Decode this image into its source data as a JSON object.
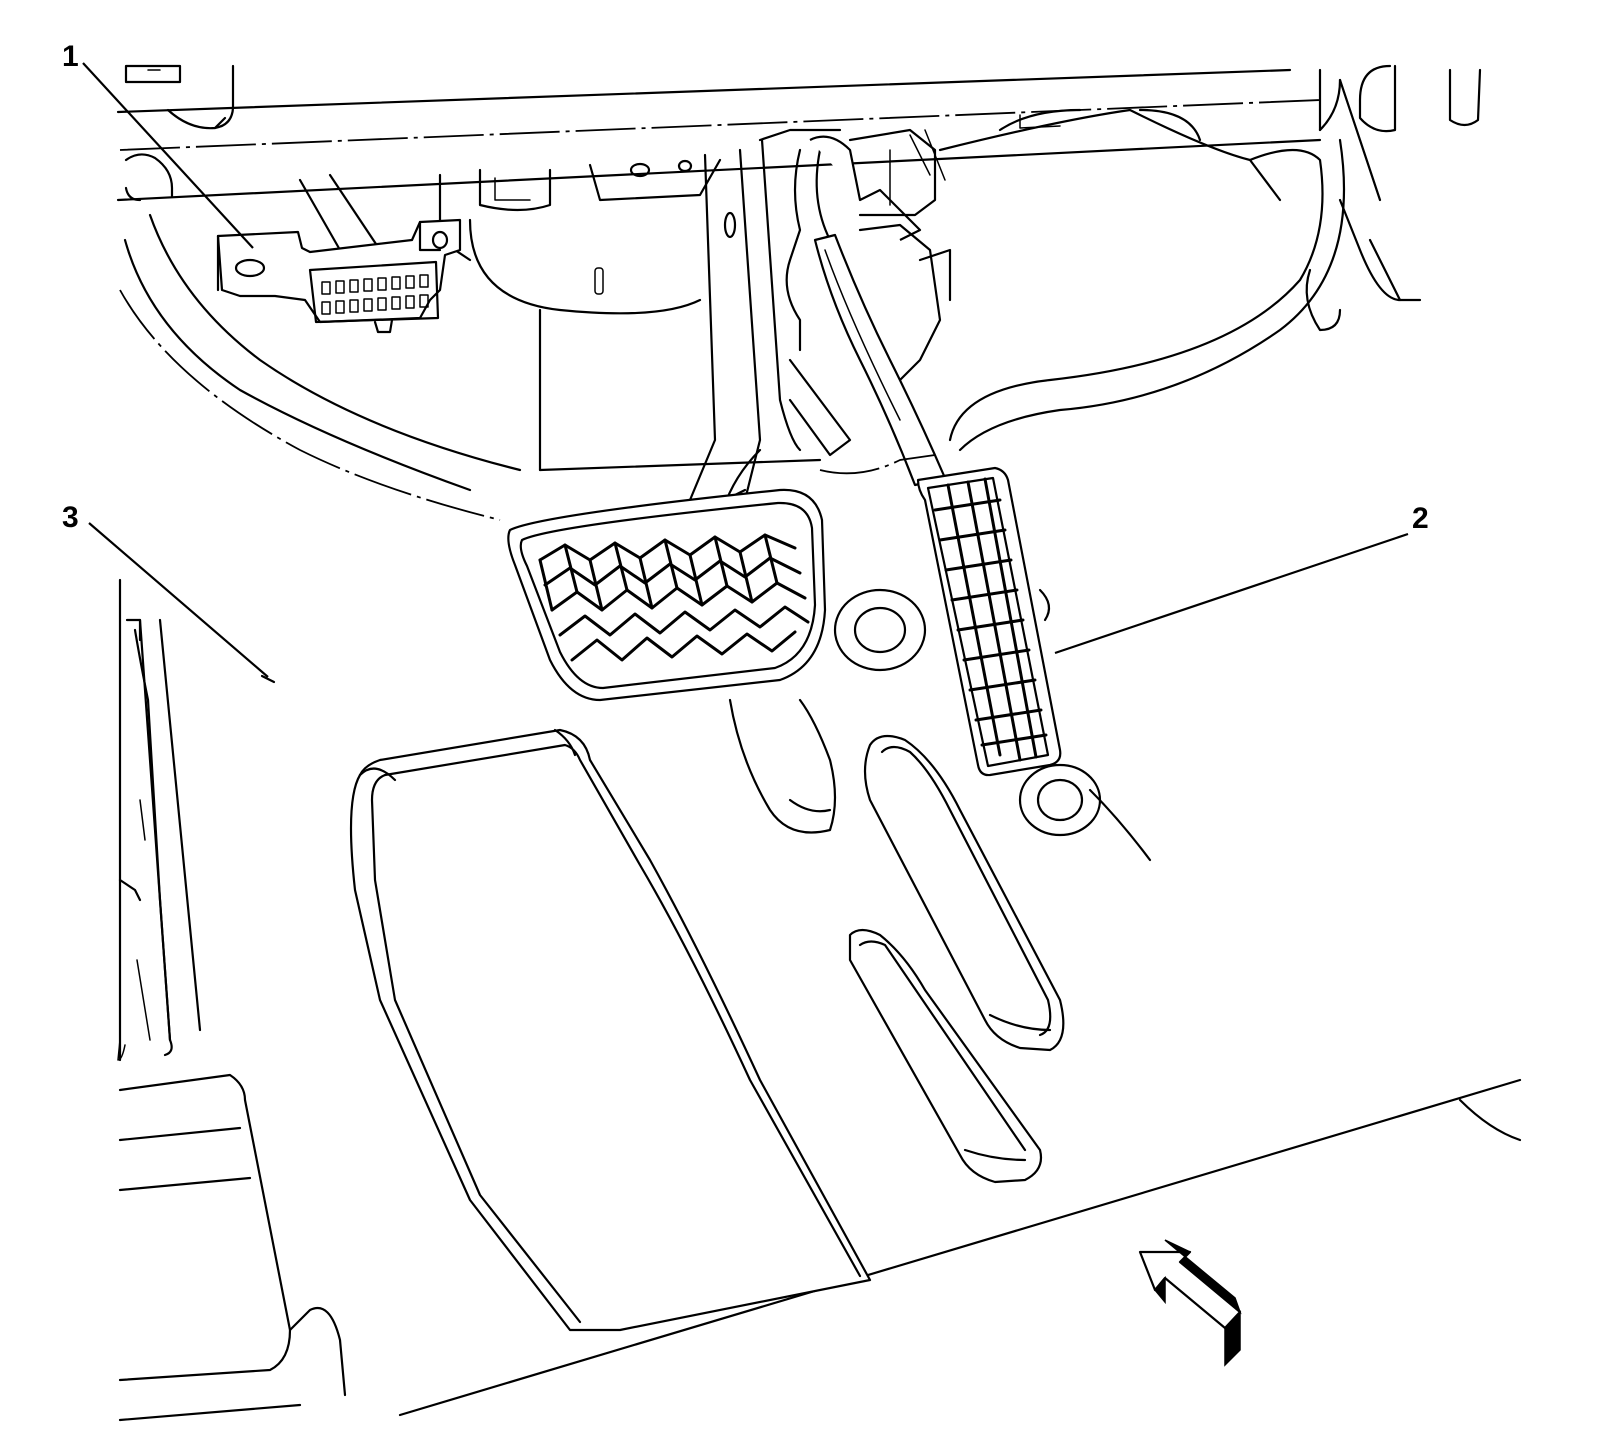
{
  "callouts": [
    {
      "id": "1",
      "label": "1",
      "part": "data-link-connector"
    },
    {
      "id": "2",
      "label": "2",
      "part": "accelerator-pedal"
    },
    {
      "id": "3",
      "label": "3",
      "part": "floor-carpet"
    }
  ],
  "icons": {
    "view_arrow": "view-direction-arrow-icon"
  },
  "colors": {
    "line": "#000000",
    "background": "#ffffff"
  }
}
